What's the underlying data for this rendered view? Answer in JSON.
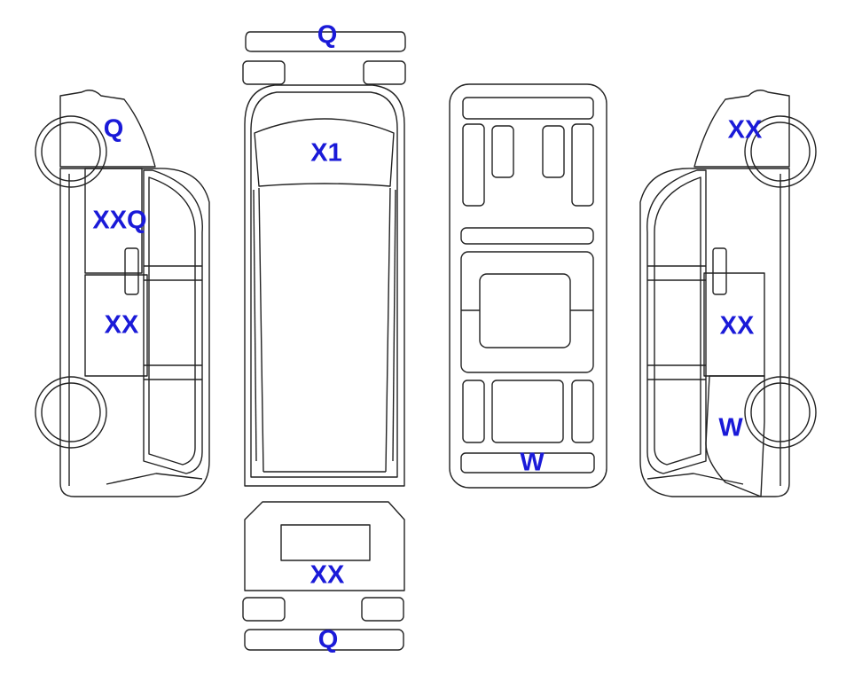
{
  "colors": {
    "heavy": "#f7a833",
    "light": "#ddf2f8",
    "outline": "#222222",
    "label": "#1a1ad8"
  },
  "views": {
    "front_bumper": {
      "label": "Q",
      "level": "heavy"
    },
    "windshield": {
      "label": "X1",
      "level": "heavy"
    },
    "left_side": {
      "front_fender": {
        "label": "Q",
        "level": "heavy"
      },
      "front_door": {
        "label": "XXQ",
        "level": "light"
      },
      "sliding_door": {
        "label": "XX",
        "level": "light"
      }
    },
    "underbody": {
      "rear_crossmember": {
        "label": "W",
        "level": "heavy"
      }
    },
    "right_side": {
      "front_fender": {
        "label": "XX",
        "level": "light"
      },
      "sliding_door": {
        "label": "XX",
        "level": "light"
      },
      "rear_quarter": {
        "label": "W",
        "level": "heavy"
      }
    },
    "rear_door": {
      "label": "XX",
      "level": "light"
    },
    "rear_bumper": {
      "label": "Q",
      "level": "heavy"
    }
  }
}
